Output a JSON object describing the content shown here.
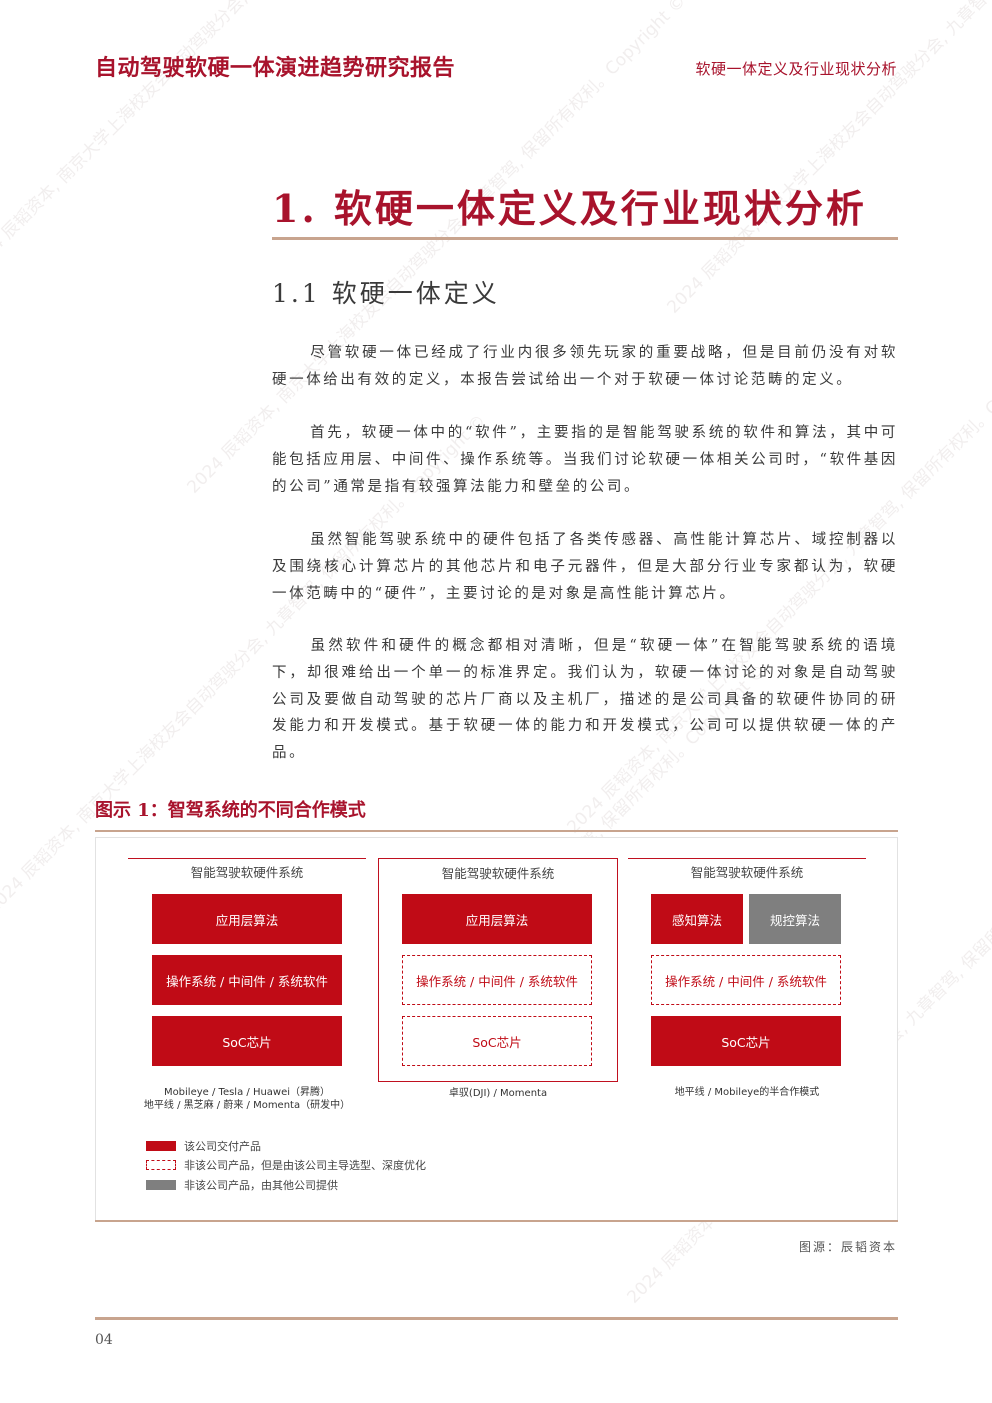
{
  "header": {
    "report_title": "自动驾驶软硬一体演进趋势研究报告",
    "section_name": "软硬一体定义及行业现状分析"
  },
  "section": {
    "title": "1. 软硬一体定义及行业现状分析",
    "subtitle": "1.1 软硬一体定义"
  },
  "paragraphs": [
    "尽管软硬一体已经成了行业内很多领先玩家的重要战略，但是目前仍没有对软硬一体给出有效的定义，本报告尝试给出一个对于软硬一体讨论范畴的定义。",
    "首先，软硬一体中的“软件”，主要指的是智能驾驶系统的软件和算法，其中可能包括应用层、中间件、操作系统等。当我们讨论软硬一体相关公司时，“软件基因的公司”通常是指有较强算法能力和壁垒的公司。",
    "虽然智能驾驶系统中的硬件包括了各类传感器、高性能计算芯片、域控制器以及围绕核心计算芯片的其他芯片和电子元器件，但是大部分行业专家都认为，软硬一体范畴中的“硬件”，主要讨论的是对象是高性能计算芯片。",
    "虽然软件和硬件的概念都相对清晰，但是“软硬一体”在智能驾驶系统的语境下，却很难给出一个单一的标准界定。我们认为，软硬一体讨论的对象是自动驾驶公司及要做自动驾驶的芯片厂商以及主机厂，描述的是公司具备的软硬件协同的研发能力和开发模式。基于软硬一体的能力和开发模式，公司可以提供软硬一体的产品。"
  ],
  "figure": {
    "title": "图示 1：智驾系统的不同合作模式",
    "panels": [
      {
        "title": "智能驾驶软硬件系统",
        "app": "应用层算法",
        "mid": "操作系统 / 中间件 / 系统软件",
        "soc": "SoC芯片",
        "tag1": "Mobileye / Tesla / Huawei（昇腾）",
        "tag2": "地平线 / 黑芝麻 / 蔚来 / Momenta（研发中）"
      },
      {
        "title": "智能驾驶软硬件系统",
        "app": "应用层算法",
        "mid": "操作系统 / 中间件 / 系统软件",
        "soc": "SoC芯片",
        "tag1": "卓驭(DJI) / Momenta"
      },
      {
        "title": "智能驾驶软硬件系统",
        "app_left": "感知算法",
        "app_right": "规控算法",
        "mid": "操作系统 / 中间件 / 系统软件",
        "soc": "SoC芯片",
        "tag1": "地平线 / Mobileye的半合作模式"
      }
    ],
    "legend": [
      "该公司交付产品",
      "非该公司产品，但是由该公司主导选型、深度优化",
      "非该公司产品，由其他公司提供"
    ],
    "source": "图源：辰韬资本"
  },
  "footer": {
    "page": "04"
  },
  "watermark": "2024 辰韬资本, 南京大学上海校友会自动驾驶分会, 九章智驾, 保留所有权利。Copyright ©",
  "colors": {
    "brand_red": "#a8132c",
    "block_red": "#c00b16",
    "rule": "#c8a48e",
    "grey_block": "#7f7f7f"
  }
}
